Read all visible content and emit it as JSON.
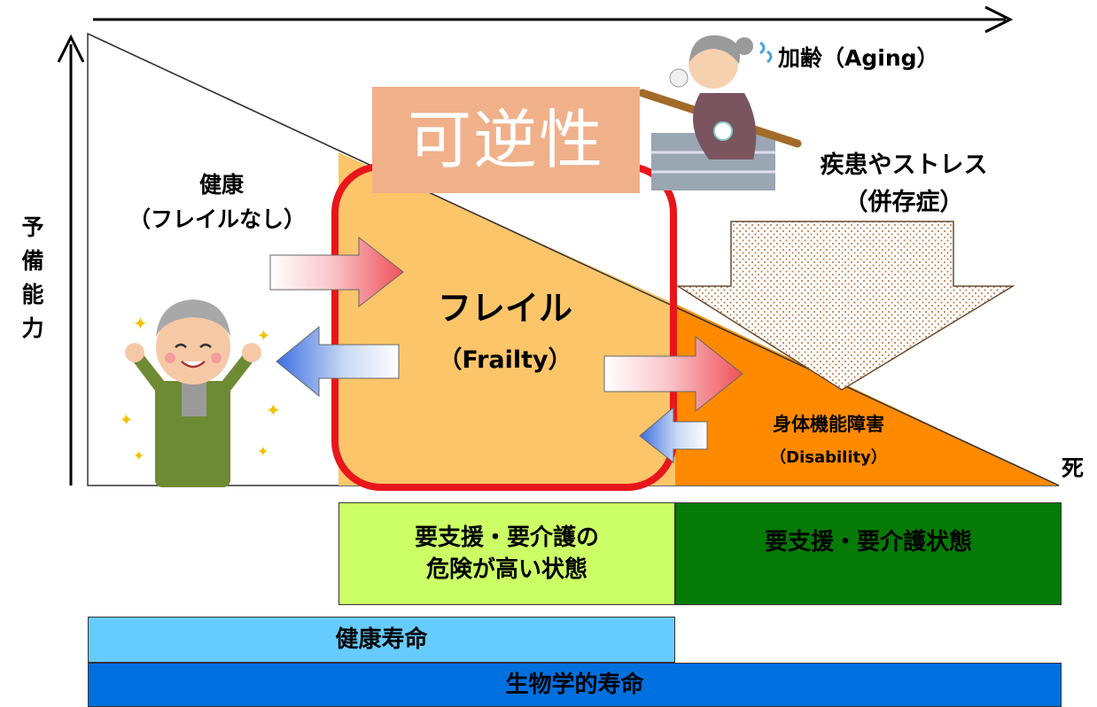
{
  "axes": {
    "x_label": "加齢（Aging）",
    "y_label": "予備能力"
  },
  "reversibility_label": "可逆性",
  "regions": {
    "healthy": {
      "title": "健康",
      "subtitle": "（フレイルなし）"
    },
    "frailty": {
      "title": "フレイル",
      "subtitle": "（Frailty）"
    },
    "disability": {
      "title": "身体機能障害",
      "subtitle": "（Disability）"
    },
    "death": "死"
  },
  "stressor": {
    "title": "疾患やストレス",
    "subtitle": "（併存症）"
  },
  "care_status": {
    "at_risk_line1": "要支援・要介護の",
    "at_risk_line2": "危険が高い状態",
    "care_needed": "要支援・要介護状態"
  },
  "lifespan": {
    "healthy_life": "健康寿命",
    "biological_life": "生物学的寿命"
  },
  "colors": {
    "frailty_fill": "#FCC56A",
    "disability_fill": "#FF8A00",
    "reversible_box": "#F0B08A",
    "highlight_border": "#E8161B",
    "at_risk_box": "#CCFF66",
    "care_box": "#067A06",
    "healthy_life_bar": "#66CCFF",
    "biological_life_bar": "#0070E0",
    "arrow_red": "#F0505A",
    "arrow_blue": "#3C6FE0"
  }
}
